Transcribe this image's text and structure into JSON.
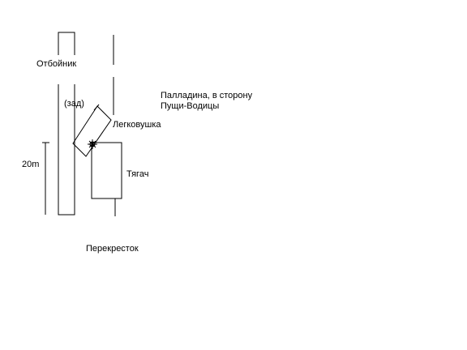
{
  "labels": {
    "barrier": "Отбойник",
    "rear": "(зад)",
    "car": "Легковушка",
    "direction_line1": "Палладина, в сторону",
    "direction_line2": "Пущи-Водицы",
    "distance": "20m",
    "truck": "Тягач",
    "intersection": "Перекресток"
  },
  "colors": {
    "ink": "#000000",
    "background": "#ffffff"
  }
}
